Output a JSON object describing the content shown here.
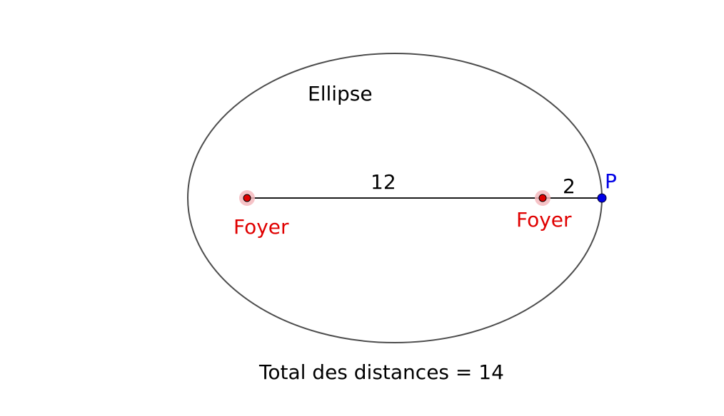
{
  "diagram": {
    "title": "Ellipse",
    "distance_to_near_focus": "12",
    "distance_to_far_focus": "2",
    "point_label": "P",
    "focus_left_label": "Foyer",
    "focus_right_label": "Foyer",
    "total_text": "Total des distances = 14"
  },
  "colors": {
    "ellipse": "#4d4d4d",
    "segment": "#1a1a1a",
    "focus": "#e00000",
    "focus_halo": "#f4b9bd",
    "point": "#0000e6",
    "text": "#000000"
  }
}
